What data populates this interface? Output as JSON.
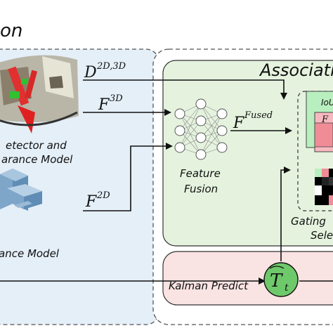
{
  "header": {
    "title_fragment": "on"
  },
  "left_panel": {
    "detector_label_1": "etector and",
    "detector_label_2": "arance Model",
    "appearance_label": "ance Model"
  },
  "features": {
    "det_symbol": "D",
    "det_sup": "2D,3D",
    "f3d_symbol": "F",
    "f3d_sup": "3D",
    "f2d_symbol": "F",
    "f2d_sup": "2D",
    "fused_symbol": "F",
    "fused_sup": "Fused"
  },
  "association": {
    "title": "Associati",
    "iou_label": "IoU",
    "matrix_symbol": "F",
    "gating_label_1": "Gating",
    "gating_label_2": "Sele"
  },
  "fusion": {
    "label_1": "Feature",
    "label_2": "Fusion"
  },
  "kalman": {
    "label": "Kalman Predict",
    "node_symbol": "T",
    "node_sub": "t"
  },
  "colors": {
    "left_panel_fill": "#e4eff8",
    "assoc_fill": "#e5f3de",
    "kalman_fill": "#fae3e3",
    "kalman_node": "#6ec96a",
    "iou_fill": "#b9efbf",
    "matrix_pink": "#f7b9c0",
    "matrix_red": "#f08c96"
  }
}
